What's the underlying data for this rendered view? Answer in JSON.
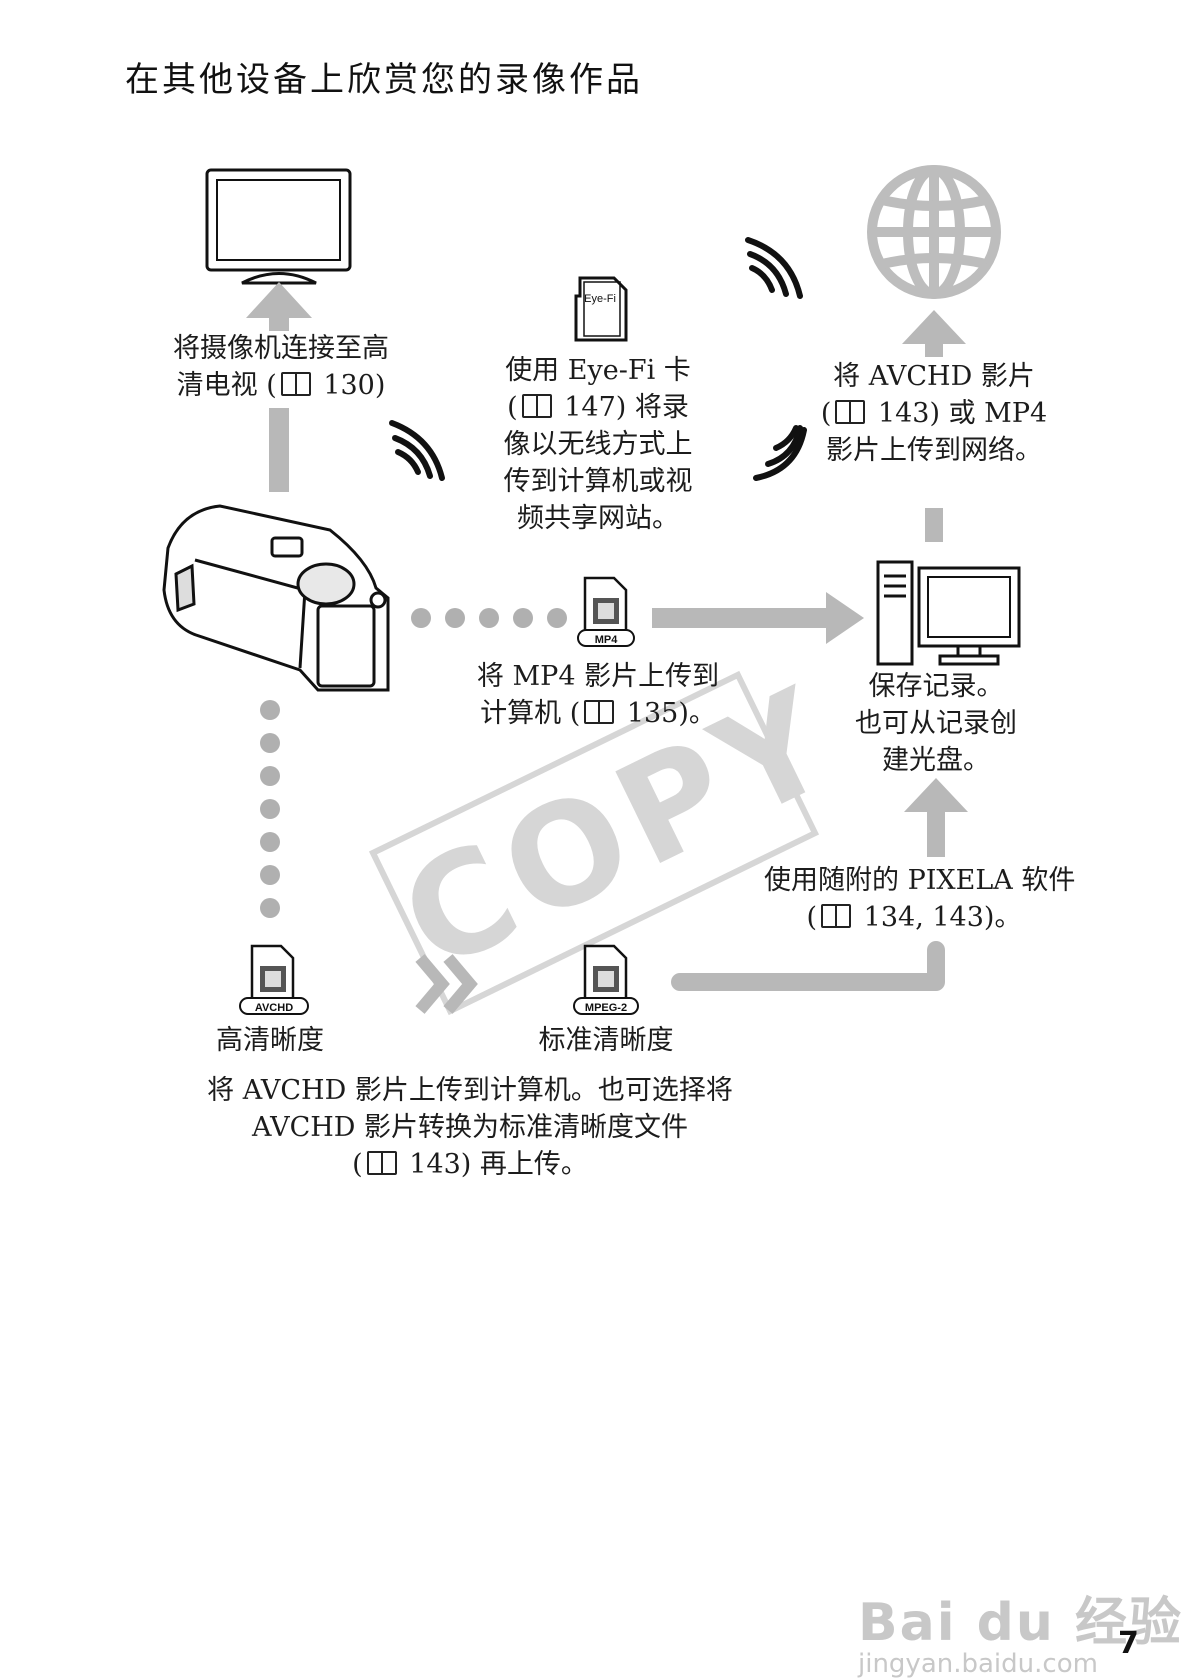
{
  "page_title": "在其他设备上欣赏您的录像作品",
  "tv_caption": {
    "line1": "将摄像机连接至高",
    "line2a": "清电视 (",
    "line2b": " 130)"
  },
  "eyefi_card": {
    "label": "Eye-Fi"
  },
  "eyefi_caption": {
    "line1": "使用 Eye-Fi 卡",
    "line2a": "(",
    "line2b": " 147) 将录",
    "line3": "像以无线方式上",
    "line4": "传到计算机或视",
    "line5": "频共享网站。"
  },
  "web_caption": {
    "line1": "将 AVCHD 影片",
    "line2a": "(",
    "line2b": " 143) 或 MP4",
    "line3": "影片上传到网络。"
  },
  "mp4_file": {
    "label": "MP4"
  },
  "mp4_caption": {
    "line1": "将 MP4 影片上传到",
    "line2a": "计算机 (",
    "line2b": " 135)。"
  },
  "pc_caption": {
    "line1": "保存记录。",
    "line2": "也可从记录创",
    "line3": "建光盘。"
  },
  "pixela_caption": {
    "line1": "使用随附的 PIXELA 软件",
    "line2a": "(",
    "line2b": " 134, 143)。"
  },
  "avchd_file": {
    "label": "AVCHD",
    "caption": "高清晰度"
  },
  "mpeg2_file": {
    "label": "MPEG-2",
    "caption": "标准清晰度"
  },
  "convert_caption": {
    "line1": "将 AVCHD 影片上传到计算机。也可选择将",
    "line2": "AVCHD 影片转换为标准清晰度文件",
    "line3a": "(",
    "line3b": " 143) 再上传。"
  },
  "watermark": {
    "stamp": "COPY",
    "brand": "Bai du 经验",
    "url": "jingyan.baidu.com"
  },
  "page_number": "7",
  "colors": {
    "arrow_gray": "#b8b8b8",
    "globe_gray": "#bdbdbd",
    "text": "#1c1c1c"
  }
}
